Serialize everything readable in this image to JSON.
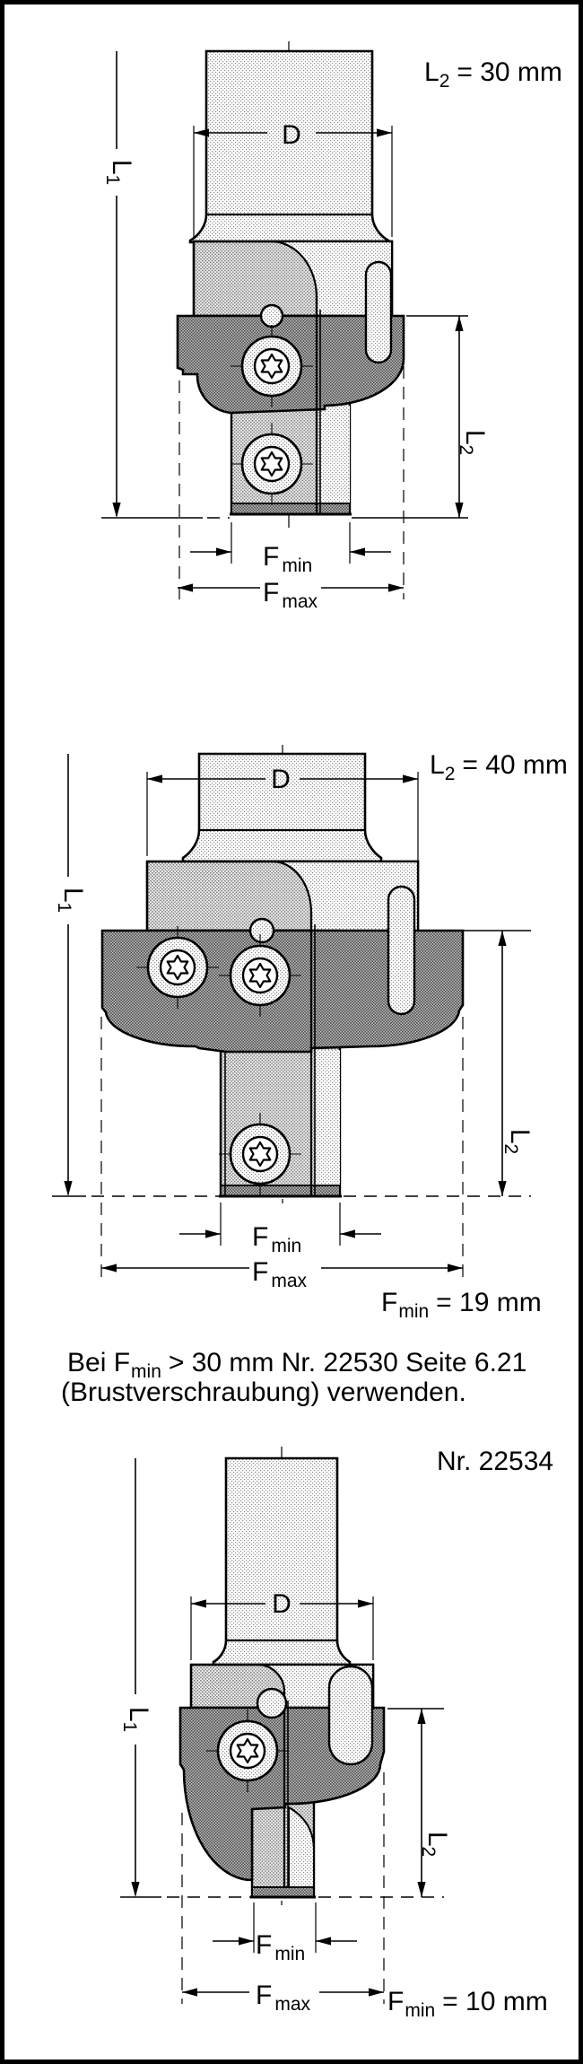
{
  "page": {
    "background": "#ffffff",
    "border_color": "#000000",
    "line_color": "#000000",
    "fill_light": "#e6e6e6",
    "fill_medium": "#d2d2d2",
    "fill_dark": "#b5b5b5"
  },
  "drawing1": {
    "variant_label": {
      "main": "L",
      "sub": "2",
      "rest": "= 30 mm"
    },
    "dims": {
      "l1": {
        "main": "L",
        "sub": "1"
      },
      "d": "D",
      "l2": {
        "main": "L",
        "sub": "2"
      },
      "fmin": {
        "main": "F",
        "sub": "min"
      },
      "fmax": {
        "main": "F",
        "sub": "max"
      }
    }
  },
  "drawing2": {
    "variant_label": {
      "main": "L",
      "sub": "2",
      "rest": "= 40 mm"
    },
    "dims": {
      "l1": {
        "main": "L",
        "sub": "1"
      },
      "d": "D",
      "l2": {
        "main": "L",
        "sub": "2"
      },
      "fmin": {
        "main": "F",
        "sub": "min"
      },
      "fmax": {
        "main": "F",
        "sub": "max"
      }
    },
    "note": {
      "main": "F",
      "sub": "min",
      "rest": "= 19 mm"
    }
  },
  "note_block": {
    "line1_pre": "Bei F",
    "line1_sub": "min",
    "line1_rest": "> 30 mm Nr. 22530 Seite 6.21",
    "line2": "(Brustverschraubung) verwenden."
  },
  "drawing3": {
    "part_number": "Nr. 22534",
    "dims": {
      "l1": {
        "main": "L",
        "sub": "1"
      },
      "d": "D",
      "l2": {
        "main": "L",
        "sub": "2"
      },
      "fmin": {
        "main": "F",
        "sub": "min"
      },
      "fmax": {
        "main": "F",
        "sub": "max"
      }
    },
    "note": {
      "main": "F",
      "sub": "min",
      "rest": "= 10 mm"
    }
  }
}
